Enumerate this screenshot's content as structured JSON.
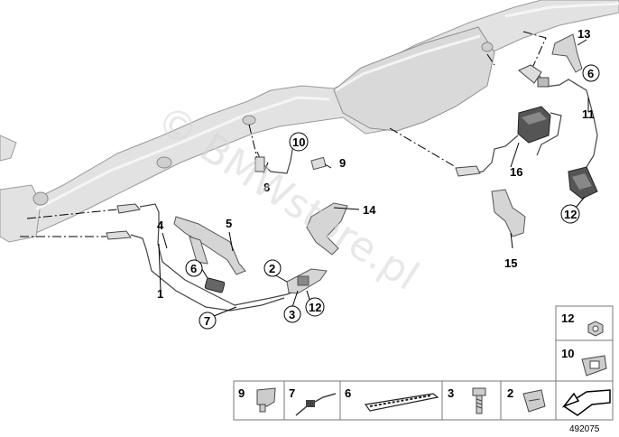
{
  "watermark": "© BMWstore.pl",
  "document_number": "492075",
  "callouts": {
    "c1": "1",
    "c2": "2",
    "c3": "3",
    "c4": "4",
    "c5": "5",
    "c6a": "6",
    "c6b": "6",
    "c7": "7",
    "c8": "8",
    "c9": "9",
    "c10": "10",
    "c11": "11",
    "c12a": "12",
    "c12b": "12",
    "c13": "13",
    "c14": "14",
    "c15": "15",
    "c16": "16"
  },
  "legend": {
    "r1": "12",
    "r2": "10",
    "b9": "9",
    "b7": "7",
    "b6": "6",
    "b3": "3",
    "b2": "2"
  }
}
